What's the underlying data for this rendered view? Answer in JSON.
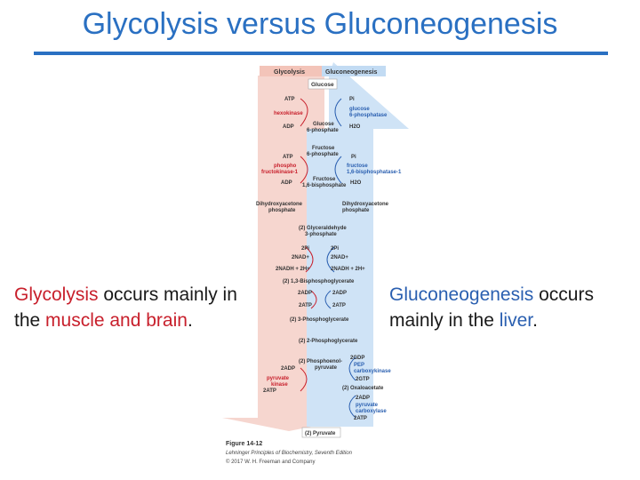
{
  "title": "Glycolysis versus Gluconeogenesis",
  "left_note": {
    "term": "Glycolysis",
    "mid": " occurs mainly in the ",
    "place": "muscle and brain",
    "end": "."
  },
  "right_note": {
    "term": "Gluconeogenesis",
    "mid": " occurs mainly in the ",
    "place": "liver",
    "end": "."
  },
  "colors": {
    "title": "#2a70c2",
    "glycolysis": "#c8202c",
    "gluconeogenesis": "#2a5fb0",
    "red_arrow": "#f6d6cf",
    "blue_arrow": "#cfe3f6"
  },
  "figure": {
    "legend_glycolysis": "Glycolysis",
    "legend_gluconeogenesis": "Gluconeogenesis",
    "glucose": "Glucose",
    "atp1": "ATP",
    "hexokinase": "hexokinase",
    "adp1": "ADP",
    "pi1": "Pi",
    "g6pase_a": "glucose",
    "g6pase_b": "6-phosphatase",
    "h2o1": "H2O",
    "g6p_a": "Glucose",
    "g6p_b": "6-phosphate",
    "f6p_a": "Fructose",
    "f6p_b": "6-phosphate",
    "atp2": "ATP",
    "pfk_a": "phospho",
    "pfk_b": "fructokinase-1",
    "adp2": "ADP",
    "pi2": "Pi",
    "fbp_a": "fructose",
    "fbp_b": "1,6-bisphosphatase-1",
    "h2o2": "H2O",
    "f16bp_a": "Fructose",
    "f16bp_b": "1,6-bisphosphate",
    "dhap_l_a": "Dihydroxyacetone",
    "dhap_l_b": "phosphate",
    "dhap_r_a": "Dihydroxyacetone",
    "dhap_r_b": "phosphate",
    "g3p_a": "(2) Glyceraldehyde",
    "g3p_b": "3-phosphate",
    "pi3": "2Pi",
    "pi4": "2Pi",
    "nad1": "2NAD+",
    "nad2": "2NAD+",
    "nadh1": "2NADH + 2H+",
    "nadh2": "2NADH + 2H+",
    "bpg": "(2) 1,3-Bisphosphoglycerate",
    "adp3": "2ADP",
    "adp4": "2ADP",
    "atp3": "2ATP",
    "atp4": "2ATP",
    "pg3": "(2) 3-Phosphoglycerate",
    "pg2": "(2) 2-Phosphoglycerate",
    "pep_a": "(2) Phosphoenol-",
    "pep_b": "pyruvate",
    "adp5": "2ADP",
    "pk_a": "pyruvate",
    "pk_b": "kinase",
    "atp5": "2ATP",
    "gdp": "2GDP",
    "pepck_a": "PEP",
    "pepck_b": "carboxykinase",
    "gtp": "2GTP",
    "oaa": "(2) Oxaloacetate",
    "adp6": "2ADP",
    "pc_a": "pyruvate",
    "pc_b": "carboxylase",
    "atp6": "2ATP",
    "pyruvate": "(2) Pyruvate",
    "caption_fig": "Figure 14-12",
    "caption_book": "Lehninger Principles of Biochemistry, Seventh Edition",
    "caption_copy": "© 2017 W. H. Freeman and Company"
  }
}
